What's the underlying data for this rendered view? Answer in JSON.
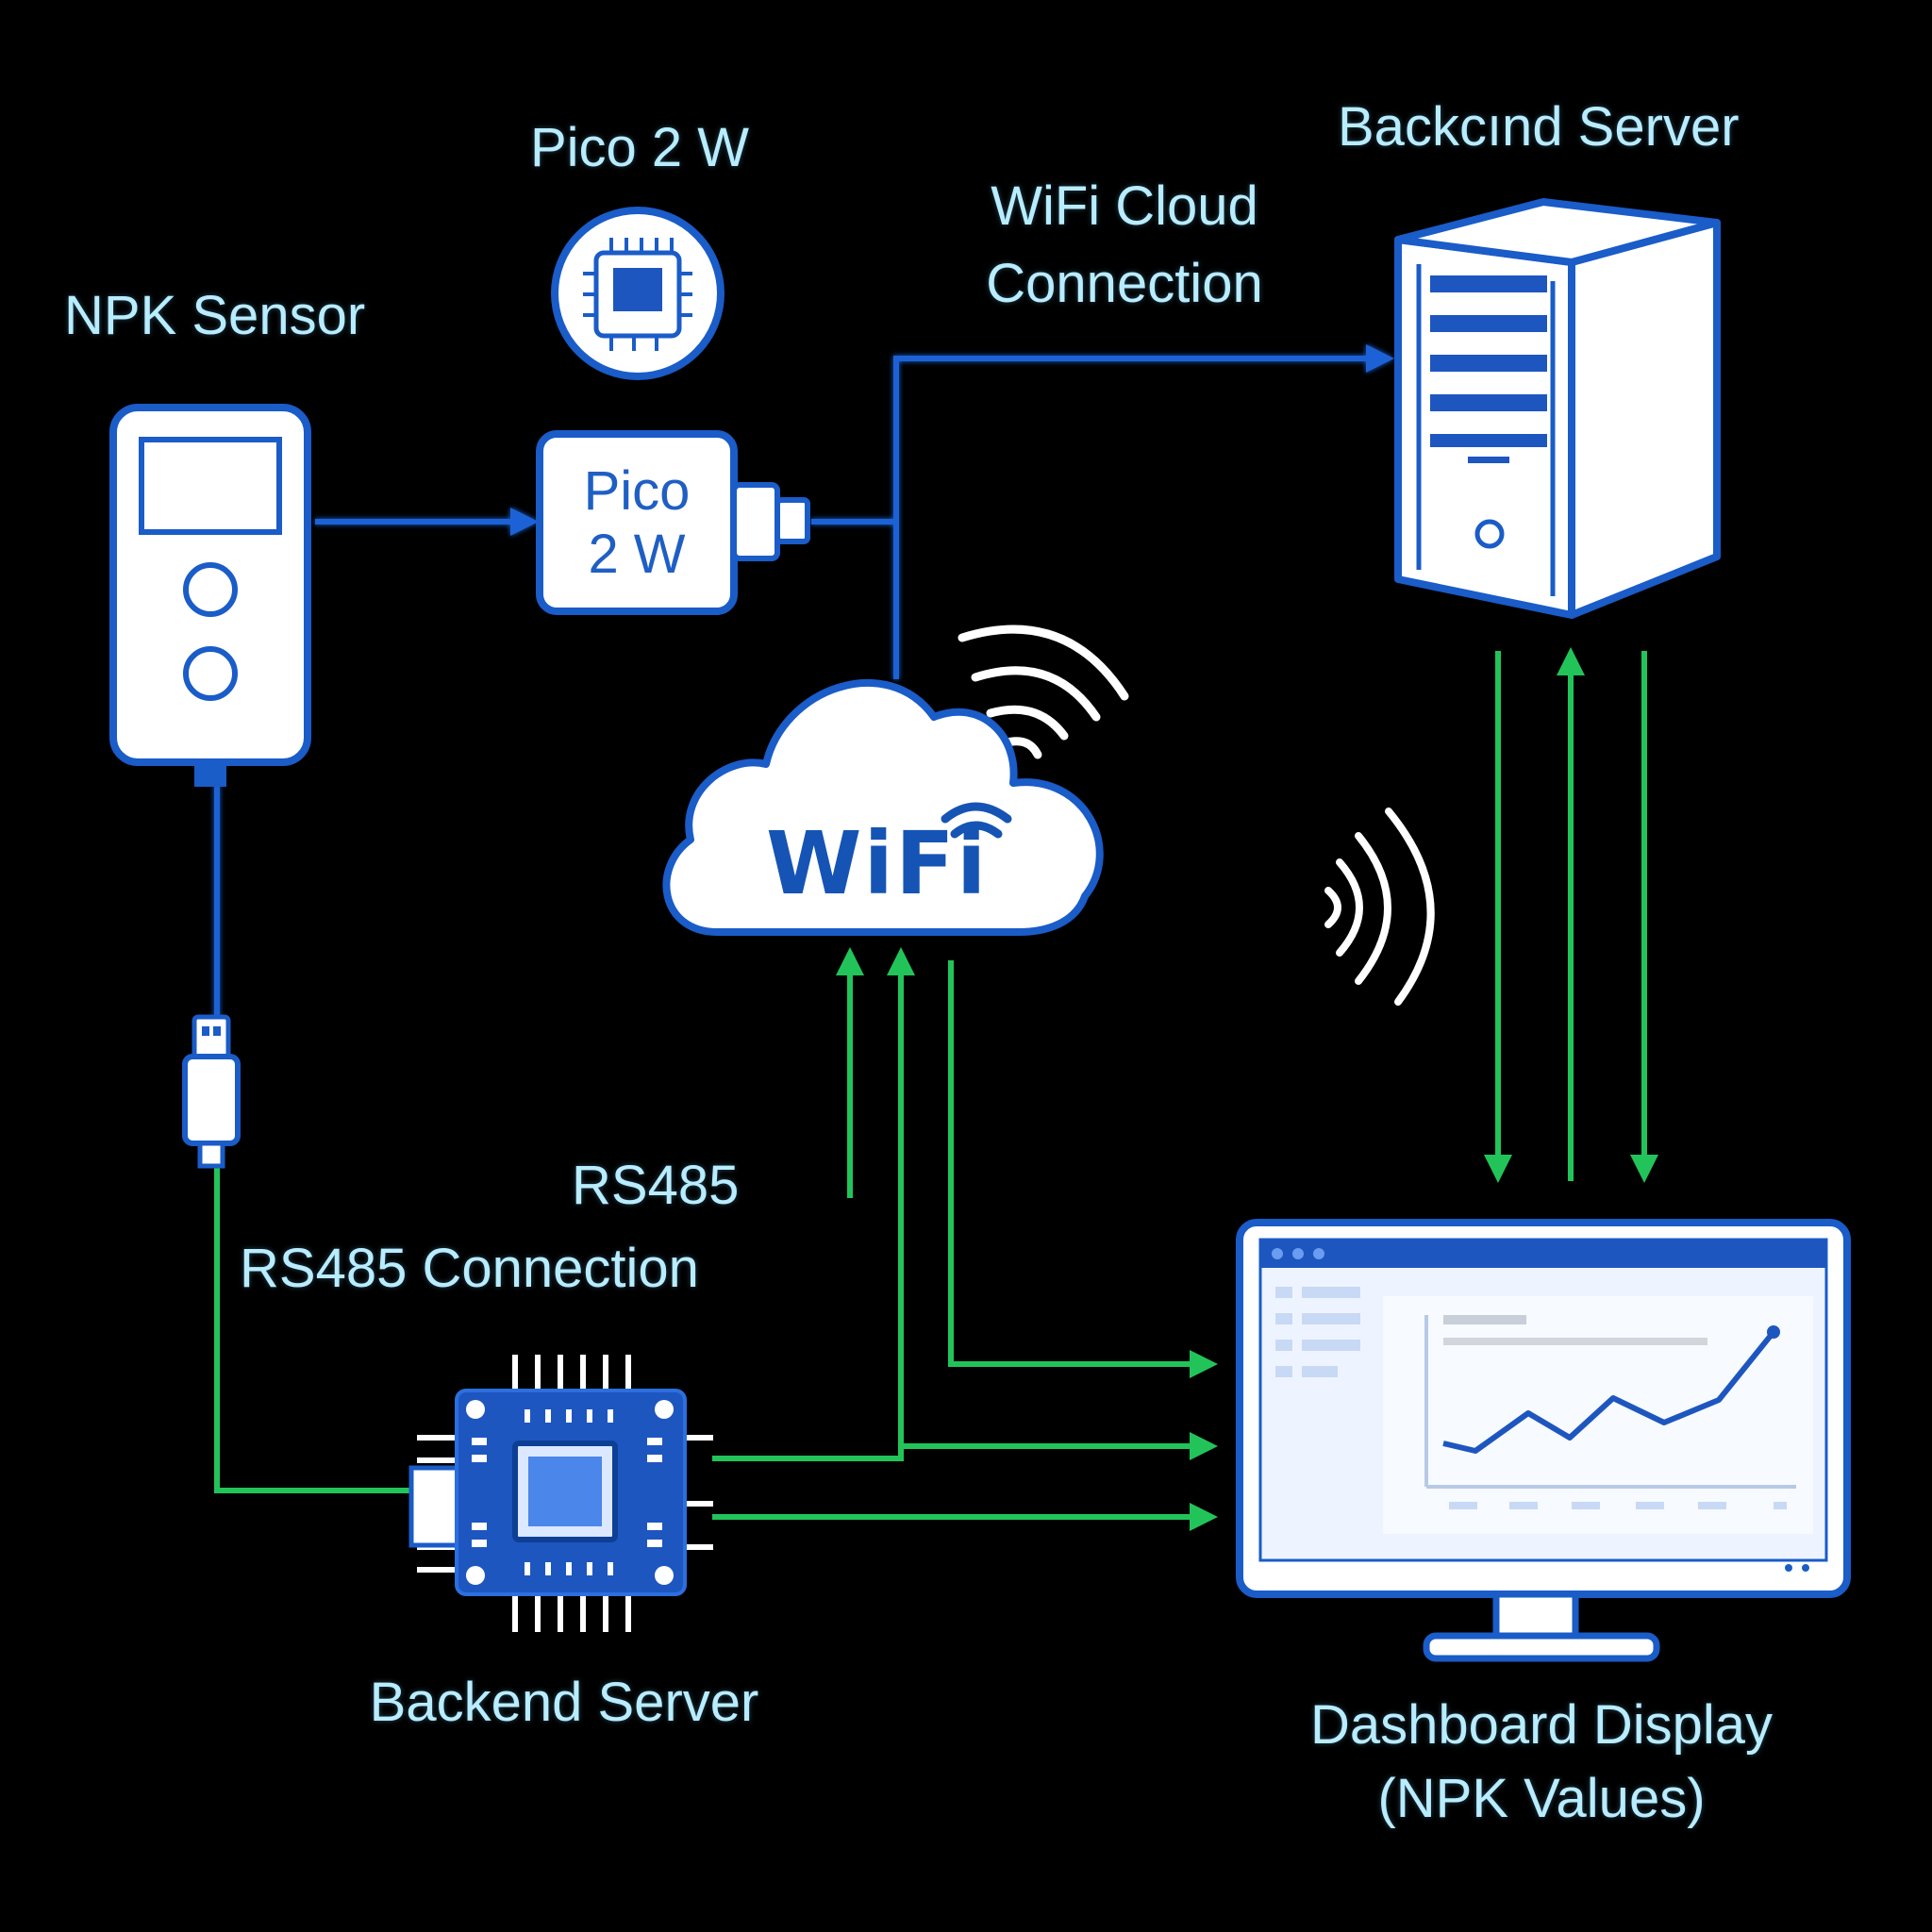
{
  "labels": {
    "pico_top": "Pico 2 W",
    "npk_sensor": "NPK Sensor",
    "backend_server_top": "Backcınd Server",
    "wifi_cloud_line1": "WiFi Cloud",
    "wifi_cloud_line2": "Connection",
    "rs485_short": "RS485",
    "rs485_connection": "RS485 Connection",
    "backend_server_bottom": "Backend Server",
    "dashboard_line1": "Dashboard Display",
    "dashboard_line2": "(NPK Values)"
  },
  "pico_box": {
    "line1": "Pico",
    "line2": "2 W"
  },
  "cloud": {
    "text": "WiFi"
  },
  "colors": {
    "background": "#000000",
    "label_text": "#b8ecff",
    "blue_line": "#1c62d6",
    "green_line": "#22c45a",
    "device_fill": "#ffffff",
    "device_stroke": "#1a5cc8",
    "chip_blue": "#1e56c0"
  },
  "icons": [
    "npk-sensor-device-icon",
    "pico-chip-icon",
    "server-tower-icon",
    "wifi-cloud-icon",
    "wifi-signal-icon",
    "usb-connector-icon",
    "microcontroller-chip-icon",
    "dashboard-monitor-icon",
    "line-chart-icon"
  ]
}
